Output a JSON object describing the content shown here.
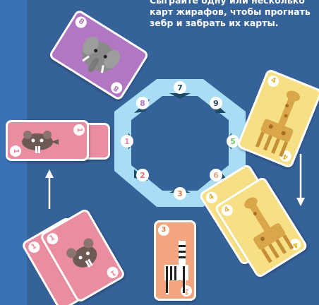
{
  "instructions": {
    "line1": "Сыграйте одну или несколько",
    "line2": "карт жирафов, чтобы прогнать",
    "line3": "зебр и забрать их карты."
  },
  "colors": {
    "background": "#36629a",
    "band": "#3a72b6",
    "pink": "#eb8da0",
    "purple": "#b277c2",
    "yellow": "#f7df85",
    "orange": "#f2a57e",
    "board_outer": "#a9dcf5",
    "board_inner": "#36629a",
    "board_notch": "#1e4a66"
  },
  "board": {
    "numbers": [
      "7",
      "9",
      "5",
      "8",
      "1",
      "2",
      "3",
      "6"
    ]
  },
  "cards": {
    "purple_card": {
      "value": "8",
      "animal": "elephant-icon"
    },
    "pink_row_card": {
      "value": "1",
      "animal": "rat-icon"
    },
    "yellow_card": {
      "value": "4",
      "animal": "giraffe-icon"
    },
    "yellow_stack_card": {
      "value": "4",
      "animal": "giraffe-icon"
    },
    "pink_stack_card": {
      "value": "1",
      "animal": "rat-icon"
    },
    "orange_card": {
      "value": "3",
      "animal": "zebra-icon"
    }
  }
}
